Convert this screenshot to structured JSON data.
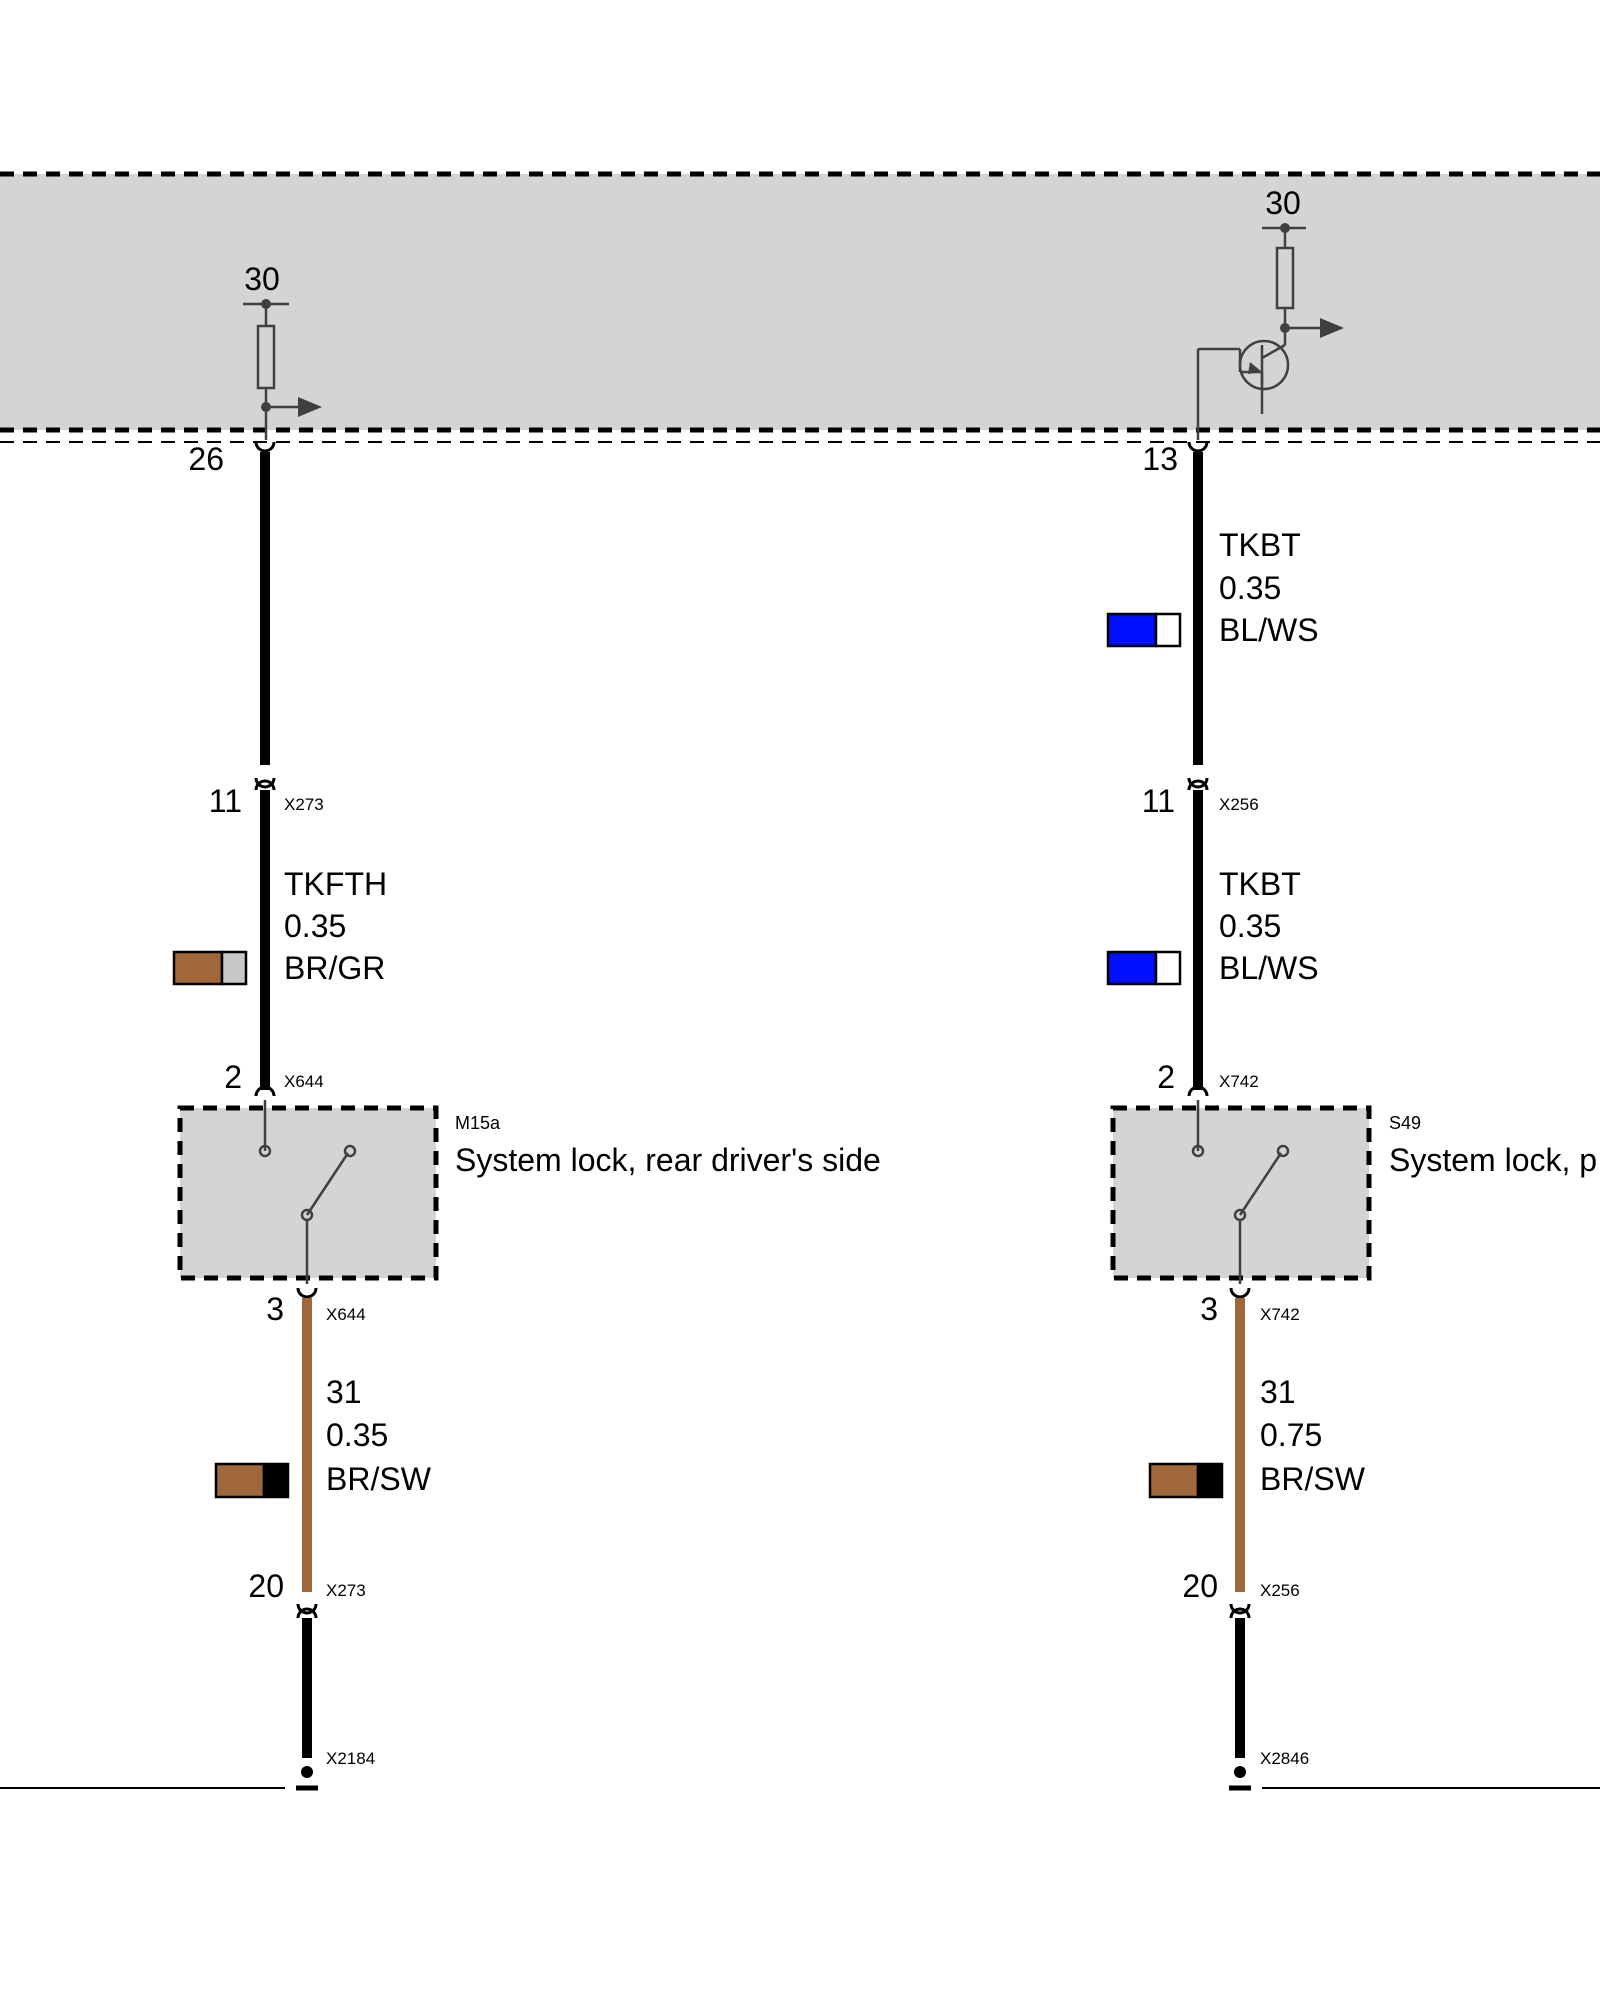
{
  "colors": {
    "module_fill": "#d4d4d4",
    "wire_black": "#000000",
    "wire_brown": "#a0683a",
    "swatch_blue": "#0010ff",
    "swatch_brown": "#a0683a",
    "swatch_grey": "#c8c8c8",
    "swatch_white": "#ffffff",
    "swatch_black": "#000000",
    "symbol_grey": "#404040"
  },
  "module": {
    "left_supply_label": "30",
    "right_supply_label": "30",
    "left_pin": "26",
    "right_pin": "13"
  },
  "left_branch": {
    "wire1": {
      "name": "TKFTH",
      "size": "0.35",
      "color": "BR/GR"
    },
    "connector1": {
      "pin": "11",
      "id": "X273"
    },
    "component_top": {
      "pin": "2",
      "id": "X644"
    },
    "component": {
      "code": "M15a",
      "name": "System lock, rear driver's side"
    },
    "component_bottom": {
      "pin": "3",
      "id": "X644"
    },
    "wire2": {
      "name": "31",
      "size": "0.35",
      "color": "BR/SW"
    },
    "connector2": {
      "pin": "20",
      "id": "X273"
    },
    "ground": {
      "id": "X2184"
    }
  },
  "right_branch": {
    "wire0": {
      "name": "TKBT",
      "size": "0.35",
      "color": "BL/WS"
    },
    "connector1": {
      "pin": "11",
      "id": "X256"
    },
    "wire1": {
      "name": "TKBT",
      "size": "0.35",
      "color": "BL/WS"
    },
    "component_top": {
      "pin": "2",
      "id": "X742"
    },
    "component": {
      "code": "S49",
      "name": "System lock, p"
    },
    "component_bottom": {
      "pin": "3",
      "id": "X742"
    },
    "wire2": {
      "name": "31",
      "size": "0.75",
      "color": "BR/SW"
    },
    "connector2": {
      "pin": "20",
      "id": "X256"
    },
    "ground": {
      "id": "X2846"
    }
  }
}
